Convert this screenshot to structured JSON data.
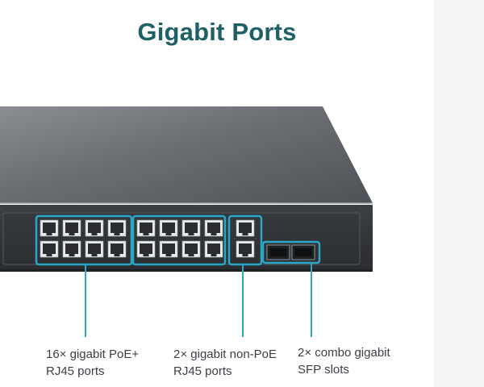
{
  "page": {
    "title": "Gigabit Ports",
    "accent_color": "#2aa6c8",
    "title_color": "#1f5f66"
  },
  "product": {
    "image_icon": "network-switch-icon",
    "ports": {
      "poe_rj45_count": 16,
      "non_poe_rj45_count": 2,
      "sfp_slot_count": 2
    }
  },
  "callouts": [
    {
      "line1": "16× gigabit PoE+",
      "line2": "RJ45 ports"
    },
    {
      "line1": "2× gigabit non-PoE",
      "line2": "RJ45 ports"
    },
    {
      "line1": "2× combo gigabit",
      "line2": "SFP slots"
    }
  ]
}
